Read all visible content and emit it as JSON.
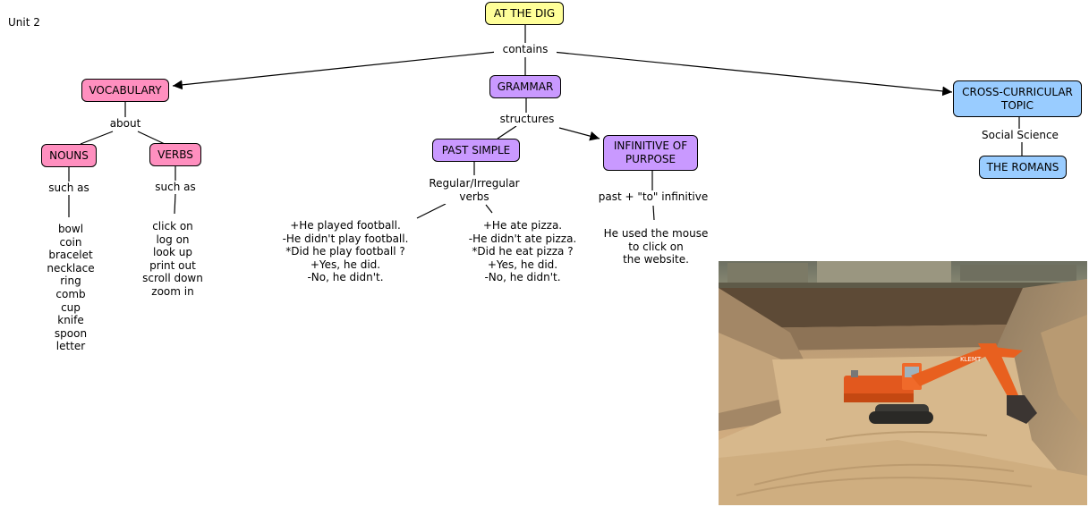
{
  "unit_label": "Unit 2",
  "nodes": {
    "root": "AT THE DIG",
    "vocabulary": "VOCABULARY",
    "grammar": "GRAMMAR",
    "cross_curricular": "CROSS-CURRICULAR TOPIC",
    "nouns": "NOUNS",
    "verbs": "VERBS",
    "past_simple": "PAST SIMPLE",
    "infinitive": "INFINITIVE OF PURPOSE",
    "romans": "THE ROMANS"
  },
  "links": {
    "contains": "contains",
    "about": "about",
    "structures": "structures",
    "nouns_such_as": "such as",
    "verbs_such_as": "such as",
    "regular_irregular": [
      "Regular/Irregular",
      "verbs"
    ],
    "past_to_infinitive": "past + \"to\" infinitive",
    "social_science": "Social Science"
  },
  "lists": {
    "nouns": [
      "bowl",
      "coin",
      "bracelet",
      "necklace",
      "ring",
      "comb",
      "cup",
      "knife",
      "spoon",
      "letter"
    ],
    "verbs": [
      "click on",
      "log on",
      "look up",
      "print out",
      "scroll down",
      "zoom in"
    ],
    "football": [
      "+He played football.",
      "-He didn't play football.",
      "*Did he play football ?",
      "+Yes, he did.",
      "-No, he didn't."
    ],
    "pizza": [
      "+He ate pizza.",
      "-He didn't ate pizza.",
      "*Did he eat pizza ?",
      "+Yes, he did.",
      "-No, he didn't."
    ],
    "mouse_example": [
      "He used the mouse",
      "to click on",
      "the website."
    ]
  },
  "photo": {
    "excavator_text": "KLEMT"
  },
  "colors": {
    "root": "#ffff99",
    "vocabulary": "#ff8fbf",
    "grammar": "#c999ff",
    "cross_curricular": "#99ccff",
    "line": "#000000"
  }
}
